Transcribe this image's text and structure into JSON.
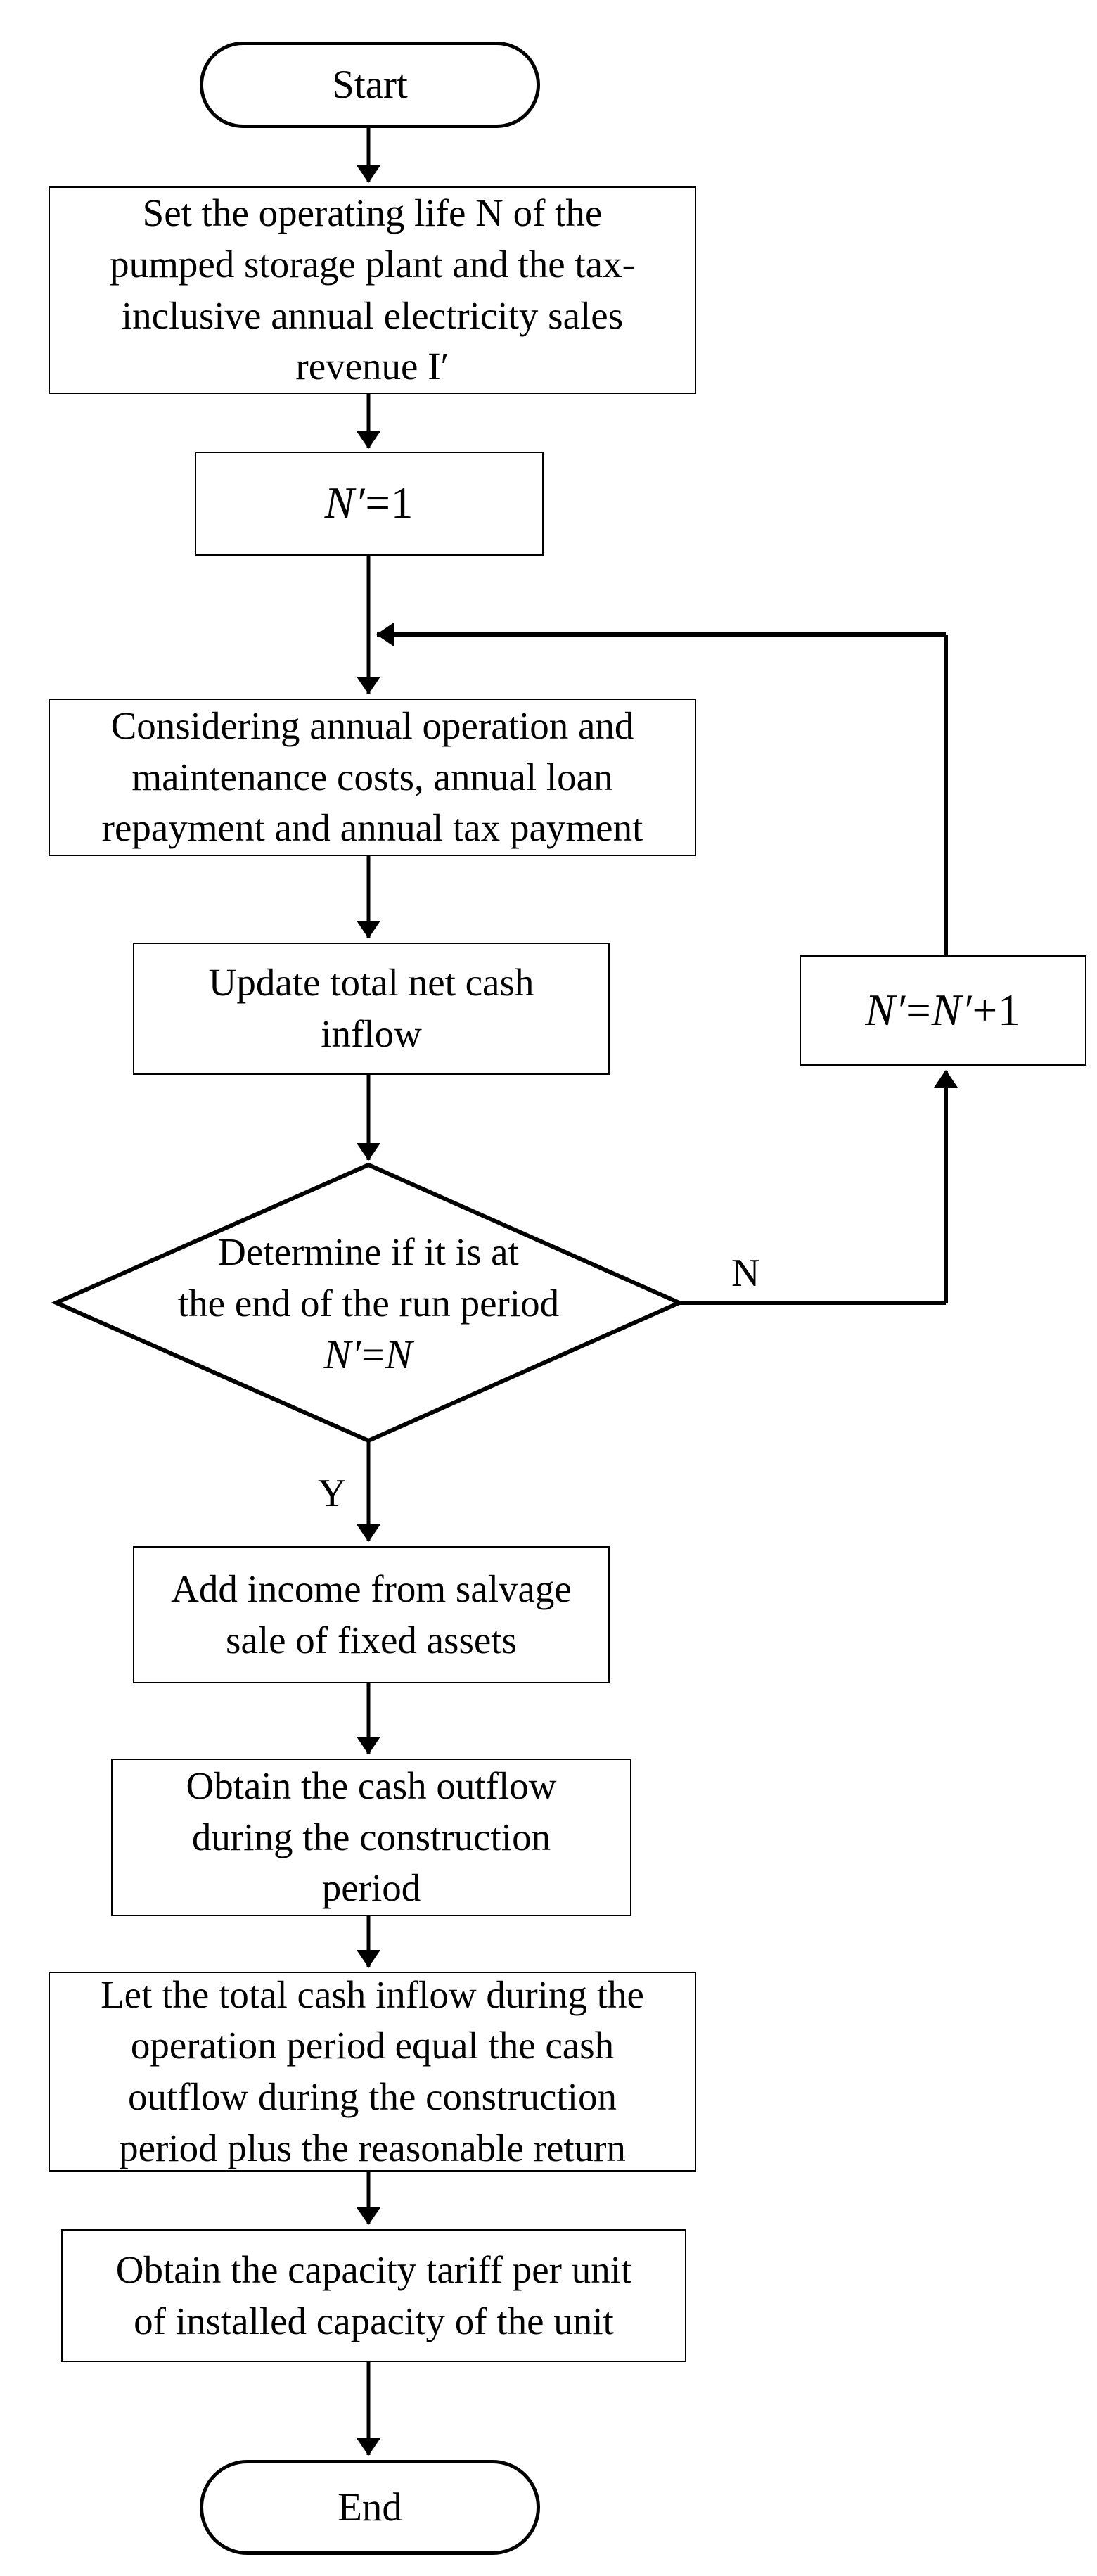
{
  "flowchart": {
    "colors": {
      "ink": "#000000",
      "paper": "#ffffff"
    },
    "branch_labels": {
      "yes": "Y",
      "no": "N"
    },
    "nodes": {
      "start": {
        "label": "Start"
      },
      "set_params": {
        "text": "Set the operating life N of the\npumped storage plant and the tax-\ninclusive annual electricity sales\nrevenue I′"
      },
      "init_counter": {
        "parts": [
          {
            "t": "N′"
          },
          {
            "t": "=1"
          }
        ]
      },
      "costs": {
        "text": "Considering annual operation and\nmaintenance costs, annual loan\nrepayment and annual tax payment"
      },
      "update_inflow": {
        "text": "Update total net cash\ninflow"
      },
      "increment": {
        "parts": [
          {
            "t": "N′"
          },
          {
            "t": "="
          },
          {
            "t": "N′"
          },
          {
            "t": "+1"
          }
        ]
      },
      "decision": {
        "line1": "Determine if it is at",
        "line2": "the end of the run period",
        "parts": [
          {
            "t": "N′"
          },
          {
            "t": "="
          },
          {
            "t": "N"
          }
        ]
      },
      "salvage": {
        "text": "Add income from salvage\nsale of fixed assets"
      },
      "outflow": {
        "text": "Obtain the cash outflow\nduring the construction\nperiod"
      },
      "equate": {
        "text": "Let the total cash inflow during the\noperation period equal the cash\noutflow during the construction\nperiod plus the reasonable return"
      },
      "tariff": {
        "text": "Obtain the capacity tariff per unit\nof installed capacity of the unit"
      },
      "end": {
        "label": "End"
      }
    }
  }
}
